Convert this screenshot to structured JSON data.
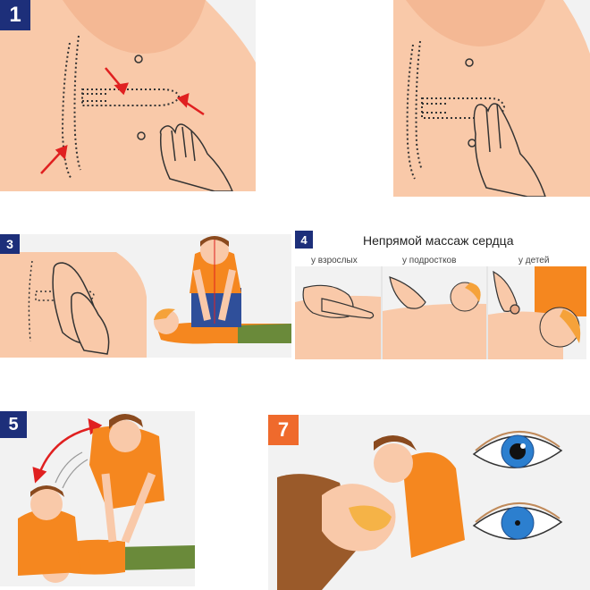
{
  "panels": [
    {
      "id": "1",
      "badge": "1",
      "badge_color": "#1d2f7a"
    },
    {
      "id": "2"
    },
    {
      "id": "3",
      "badge": "3",
      "badge_color": "#1d2f7a"
    },
    {
      "id": "4",
      "badge": "4",
      "badge_color": "#1d2f7a",
      "title": "Непрямой массаж сердца",
      "captions": [
        "у взрослых",
        "у подростков",
        "у детей"
      ]
    },
    {
      "id": "5",
      "badge": "5",
      "badge_color": "#1d2f7a"
    },
    {
      "id": "7",
      "badge": "7",
      "badge_color": "#ef6a2c"
    }
  ],
  "colors": {
    "skin": "#f9c9a9",
    "skin_dark": "#e9a985",
    "panel_bg": "#f1f1f1",
    "shirt_orange": "#f5871f",
    "pants_green": "#6a8a3a",
    "jeans_blue": "#2f4f9a",
    "hair_brown": "#8a4a1e",
    "arrow_red": "#e02020",
    "iris_blue": "#2c7fcf"
  },
  "icons": {
    "chest_outline": "ribcage-dotted-outline-icon",
    "hand": "hand-icon",
    "red_arrow": "red-arrow-icon",
    "curved_arrow": "curved-arrow-icon",
    "eye": "eye-icon"
  }
}
